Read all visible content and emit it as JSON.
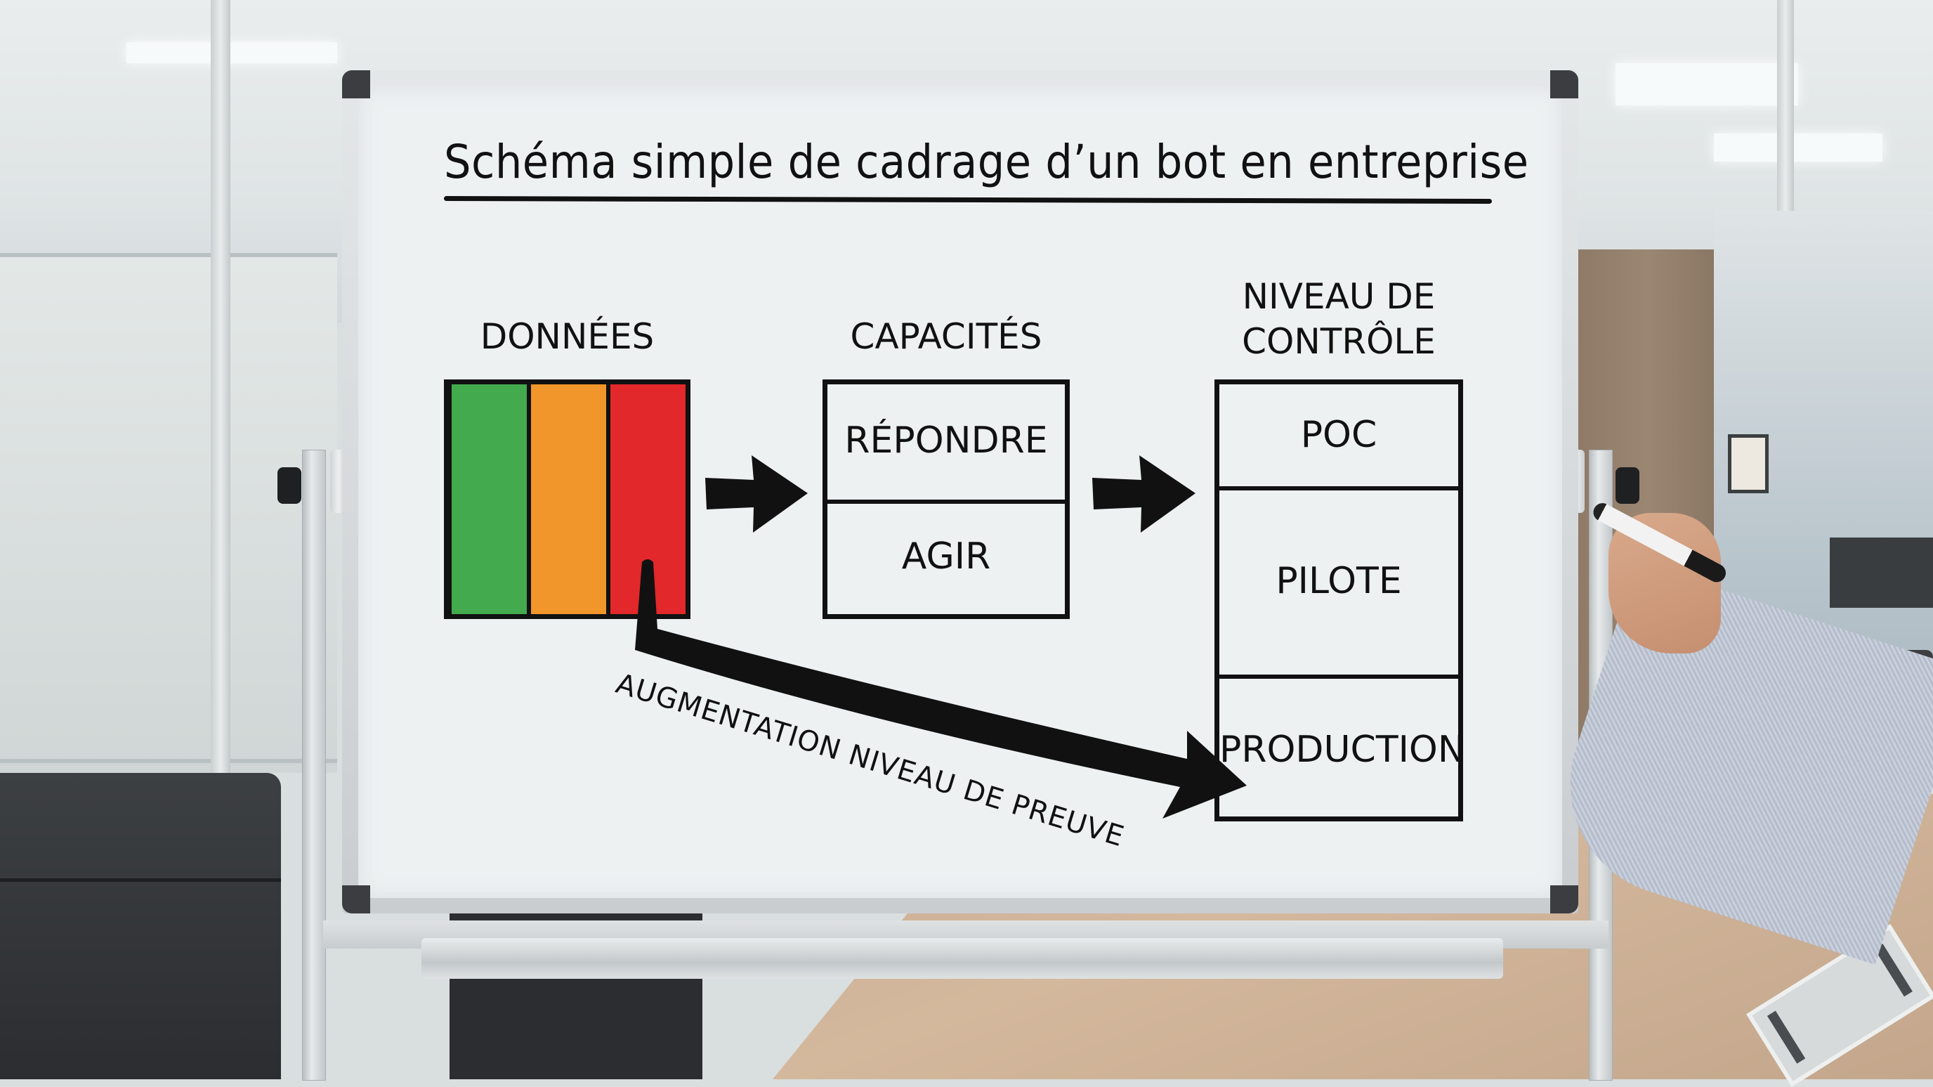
{
  "scene": {
    "description": "Whiteboard in an office meeting room with a hand-drawn diagram"
  },
  "diagram": {
    "title": "Schéma simple de cadrage d’un bot en entreprise",
    "columns": [
      {
        "id": "donnees",
        "label": "DONNÉES",
        "stripes": [
          {
            "color": "#43ab4e"
          },
          {
            "color": "#f0962a"
          },
          {
            "color": "#e2282a"
          }
        ]
      },
      {
        "id": "capacites",
        "label": "CAPACITÉS",
        "cells": [
          "RÉPONDRE",
          "AGIR"
        ]
      },
      {
        "id": "niveau_controle",
        "label_line1": "NIVEAU DE",
        "label_line2": "CONTRÔLE",
        "cells": [
          "POC",
          "PILOTE",
          "PRODUCTION"
        ]
      }
    ],
    "arrows": [
      {
        "from": "donnees",
        "to": "capacites"
      },
      {
        "from": "capacites",
        "to": "niveau_controle"
      },
      {
        "from": "donnees.red",
        "to": "niveau_controle.PRODUCTION",
        "label": "AUGMENTATION NIVEAU DE PREUVE"
      }
    ],
    "ink_color": "#111111"
  }
}
